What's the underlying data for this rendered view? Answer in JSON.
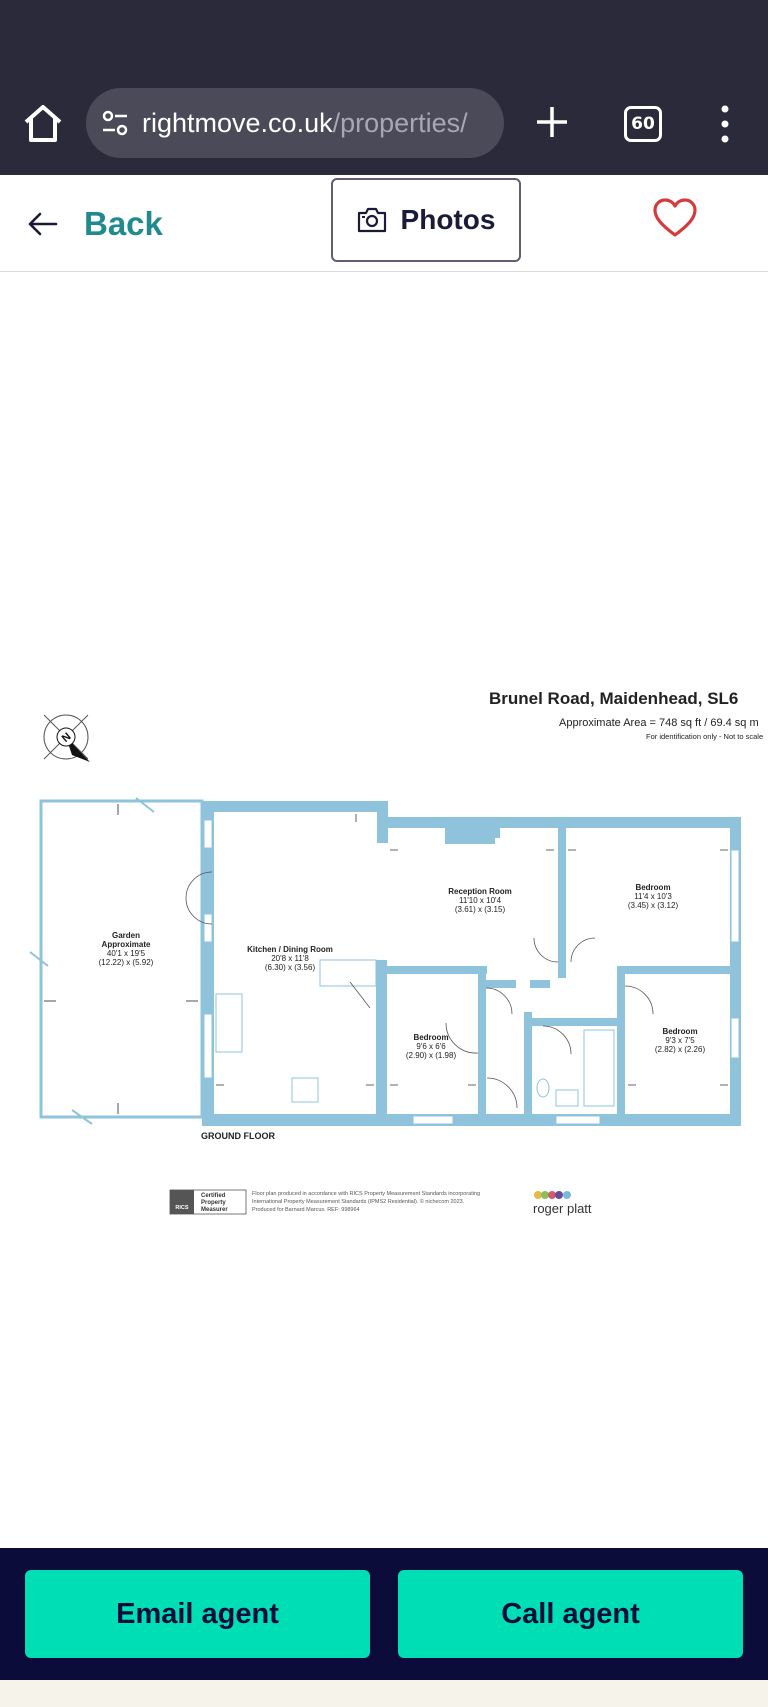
{
  "browser": {
    "url_host": "rightmove.co.uk",
    "url_path": "/properties/",
    "tab_count": "60"
  },
  "header": {
    "back_label": "Back",
    "photos_label": "Photos"
  },
  "floorplan": {
    "title": "Brunel Road, Maidenhead, SL6",
    "area": "Approximate Area = 748 sq ft / 69.4 sq m",
    "disclaimer": "For identification only - Not to scale",
    "floor_label": "GROUND FLOOR",
    "rooms": [
      {
        "name": "Garden",
        "sub": "Approximate",
        "imperial": "40'1 x 19'5",
        "metric": "(12.22) x (5.92)"
      },
      {
        "name": "Kitchen / Dining Room",
        "imperial": "20'8 x 11'8",
        "metric": "(6.30) x (3.56)"
      },
      {
        "name": "Reception Room",
        "imperial": "11'10 x 10'4",
        "metric": "(3.61) x (3.15)"
      },
      {
        "name": "Bedroom",
        "imperial": "11'4 x 10'3",
        "metric": "(3.45) x (3.12)"
      },
      {
        "name": "Bedroom",
        "imperial": "9'6 x 6'6",
        "metric": "(2.90) x (1.98)"
      },
      {
        "name": "Bedroom",
        "imperial": "9'3 x 7'5",
        "metric": "(2.82) x (2.26)"
      }
    ],
    "rics_badge": {
      "mark": "RICS",
      "line1": "Certified",
      "line2": "Property",
      "line3": "Measurer"
    },
    "footnote": {
      "line1": "Floor plan produced in accordance with RICS Property Measurement Standards incorporating",
      "line2": "International Property Measurement Standards (IPMS2 Residential). © nichecom 2023.",
      "line3": "Produced for Barnard Marcus.   REF: 998964"
    },
    "brand": "roger platt",
    "colors": {
      "wall": "#8fc3dc",
      "compass": "#111111"
    }
  },
  "cta": {
    "email_label": "Email agent",
    "call_label": "Call agent"
  },
  "colors": {
    "accent": "#1f8b8f",
    "cta_bg": "#0c0c3a",
    "cta_button": "#00deb6",
    "heart": "#d43c3c"
  }
}
